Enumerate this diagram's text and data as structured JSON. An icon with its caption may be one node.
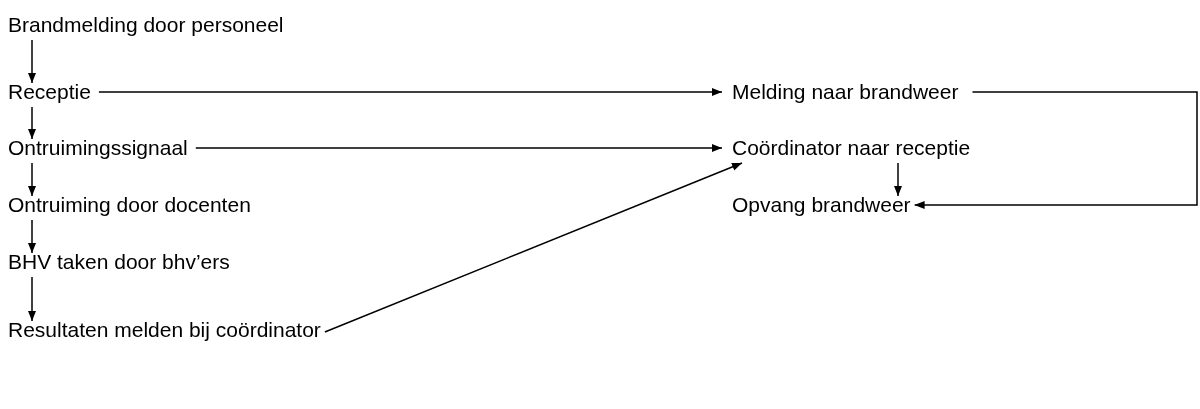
{
  "diagram": {
    "nodes": [
      {
        "text": [
          "Brandmelding door personeel"
        ]
      },
      {
        "text": [
          "Receptie"
        ]
      },
      {
        "text": [
          "Ontruimingssignaal"
        ]
      },
      {
        "text": [
          "Ontruiming door docenten"
        ]
      },
      {
        "text": [
          "BHV taken door bhv’ers"
        ]
      },
      {
        "text": [
          "Resultaten melden bij coördinator"
        ]
      },
      {
        "text": [
          "Melding naar brandweer"
        ]
      },
      {
        "text": [
          "Coördinator naar receptie"
        ]
      },
      {
        "text": [
          "Opvang brandweer"
        ]
      }
    ],
    "edges": [
      {
        "from": 0,
        "to": 1,
        "arrow": "to"
      },
      {
        "from": 1,
        "to": 2,
        "arrow": "to"
      },
      {
        "from": 2,
        "to": 3,
        "arrow": "to"
      },
      {
        "from": 3,
        "to": 4,
        "arrow": "to"
      },
      {
        "from": 4,
        "to": 5,
        "arrow": "to"
      },
      {
        "from": 1,
        "to": 6,
        "arrow": "to"
      },
      {
        "from": 2,
        "to": 7,
        "arrow": "to"
      },
      {
        "from": 5,
        "to": 7,
        "arrow": "to"
      },
      {
        "from": 7,
        "to": 8,
        "arrow": "to"
      },
      {
        "from": 6,
        "to": 8,
        "arrow": "to"
      }
    ]
  }
}
